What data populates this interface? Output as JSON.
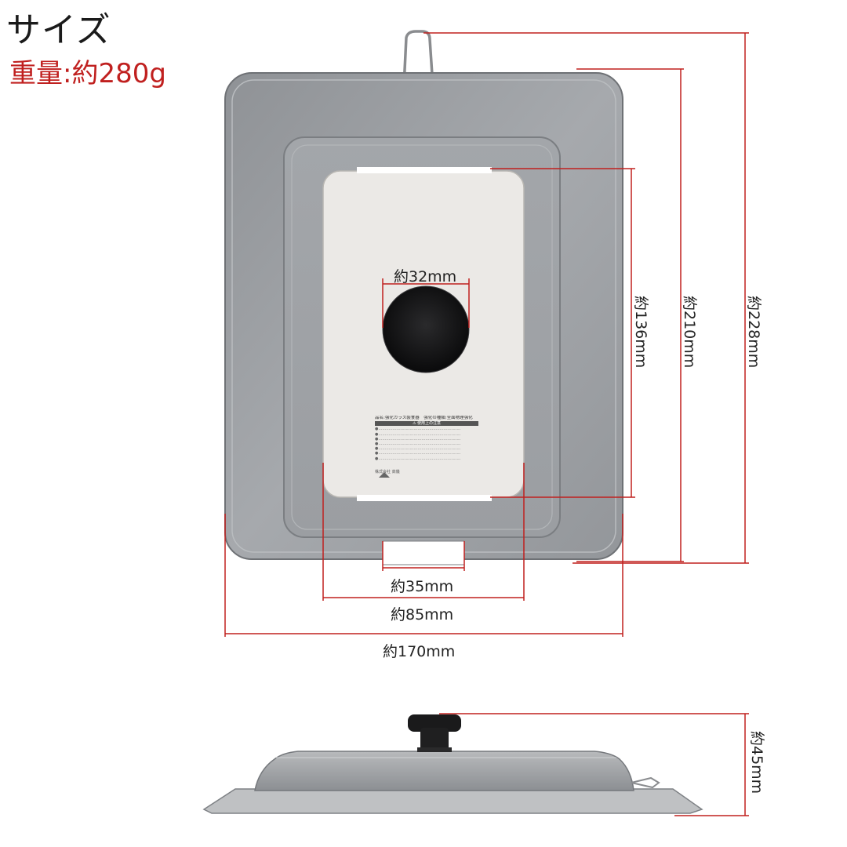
{
  "header": {
    "title": "サイズ",
    "weight": "重量:約280g"
  },
  "dimensions": {
    "hole_diameter": "約32mm",
    "window_height": "約136mm",
    "inner_height": "約210mm",
    "total_height": "約228mm",
    "handle_notch_width": "約35mm",
    "window_width": "約85mm",
    "total_width": "約170mm",
    "total_thickness": "約45mm"
  },
  "label_sticker": {
    "title": "品名:強化ガラス製食器　強化の種類:全面物理強化",
    "heading": "⚠ 使用上の注意",
    "maker": "株式会社 高儀"
  },
  "colors": {
    "dimension_line": "#c0201f",
    "weight_text": "#c0201f",
    "metal": "#a9acb0"
  }
}
